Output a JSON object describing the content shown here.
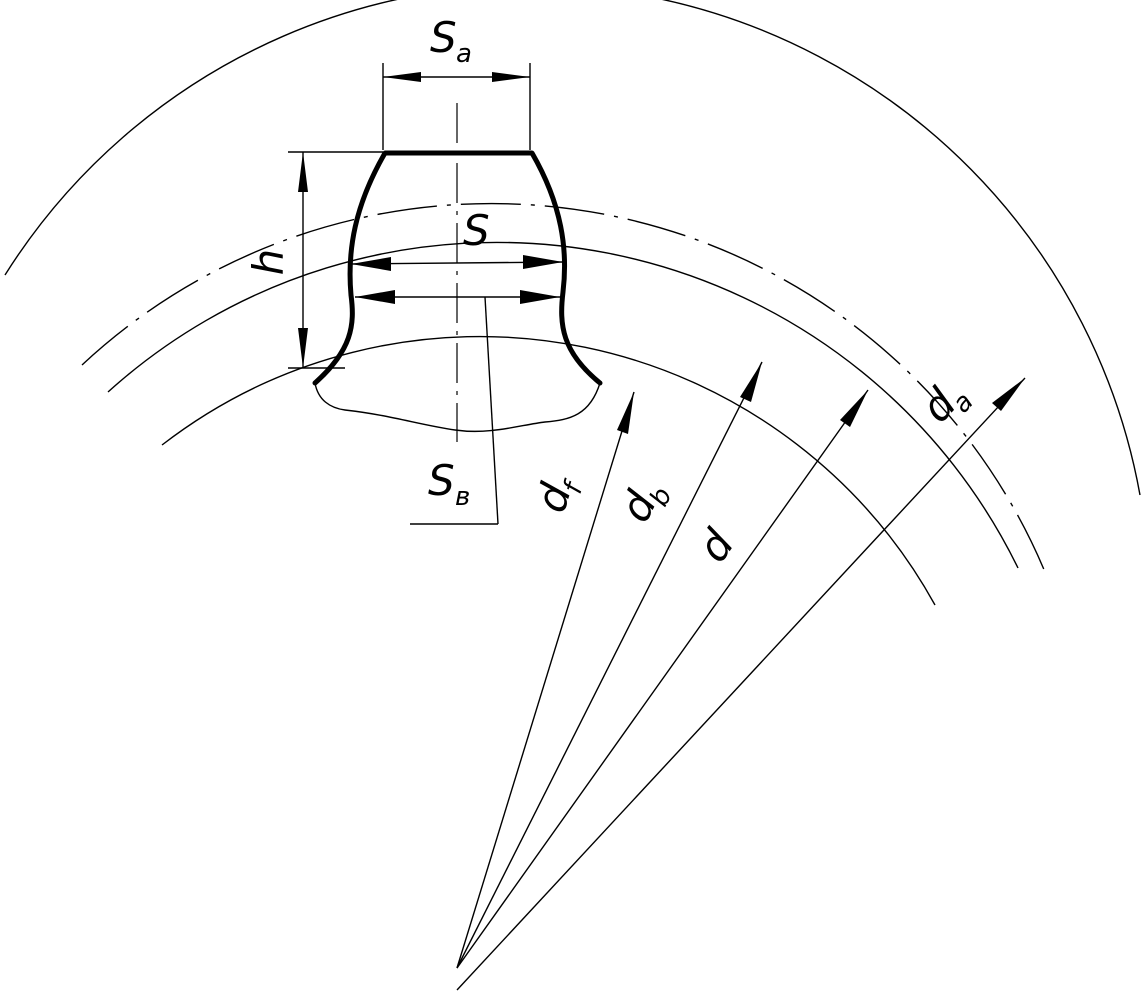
{
  "labels": {
    "tip_thickness": {
      "main": "S",
      "sub": "a"
    },
    "pitch_thickness": {
      "main": "S"
    },
    "base_thickness": {
      "main": "S",
      "sub": "в"
    },
    "tooth_height": {
      "main": "h"
    },
    "root_diameter": {
      "main": "d",
      "sub": "f"
    },
    "base_diameter": {
      "main": "d",
      "sub": "b"
    },
    "pitch_diameter": {
      "main": "d"
    },
    "tip_diameter": {
      "main": "d",
      "sub": "a"
    }
  }
}
